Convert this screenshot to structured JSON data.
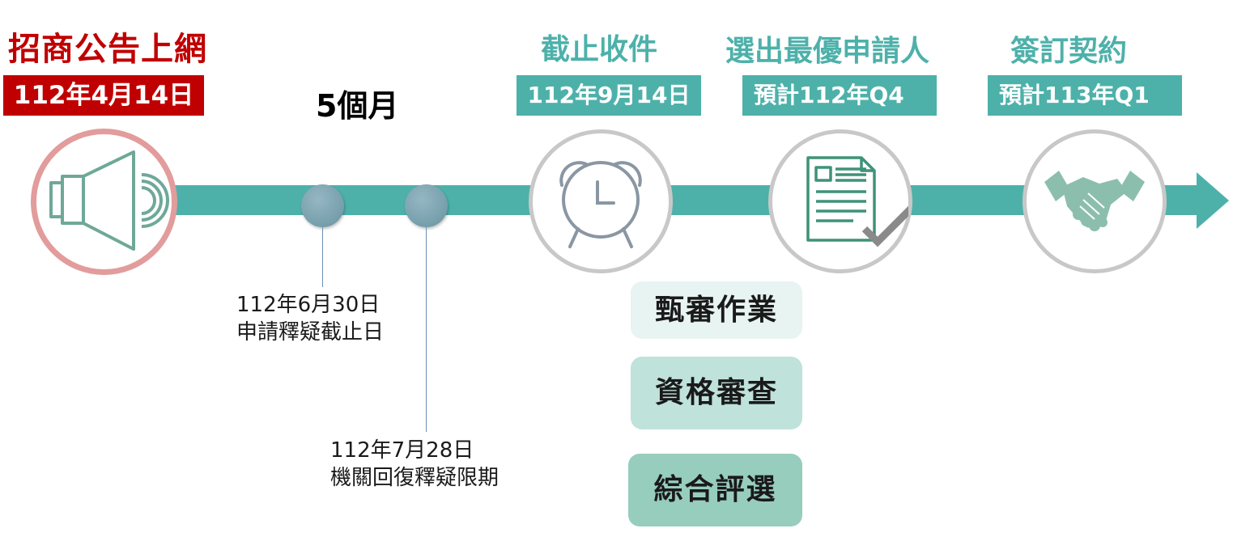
{
  "start": {
    "title": "招商公告上網",
    "date": "112年4月14日"
  },
  "duration": "5個月",
  "milestones": [
    {
      "date": "112年6月30日",
      "label": "申請釋疑截止日"
    },
    {
      "date": "112年7月28日",
      "label": "機關回復釋疑限期"
    }
  ],
  "stages": [
    {
      "title": "截止收件",
      "date": "112年9月14日",
      "icon": "alarm-clock-icon"
    },
    {
      "title": "選出最優申請人",
      "date": "預計112年Q4",
      "icon": "document-check-icon"
    },
    {
      "title": "簽訂契約",
      "date": "預計113年Q1",
      "icon": "handshake-icon"
    }
  ],
  "review_steps": [
    "甄審作業",
    "資格審查",
    "綜合評選"
  ],
  "colors": {
    "accent_red": "#c00000",
    "teal": "#4db1aa",
    "icon_green": "#6fa898",
    "light_red_ring": "#e29c9c"
  }
}
